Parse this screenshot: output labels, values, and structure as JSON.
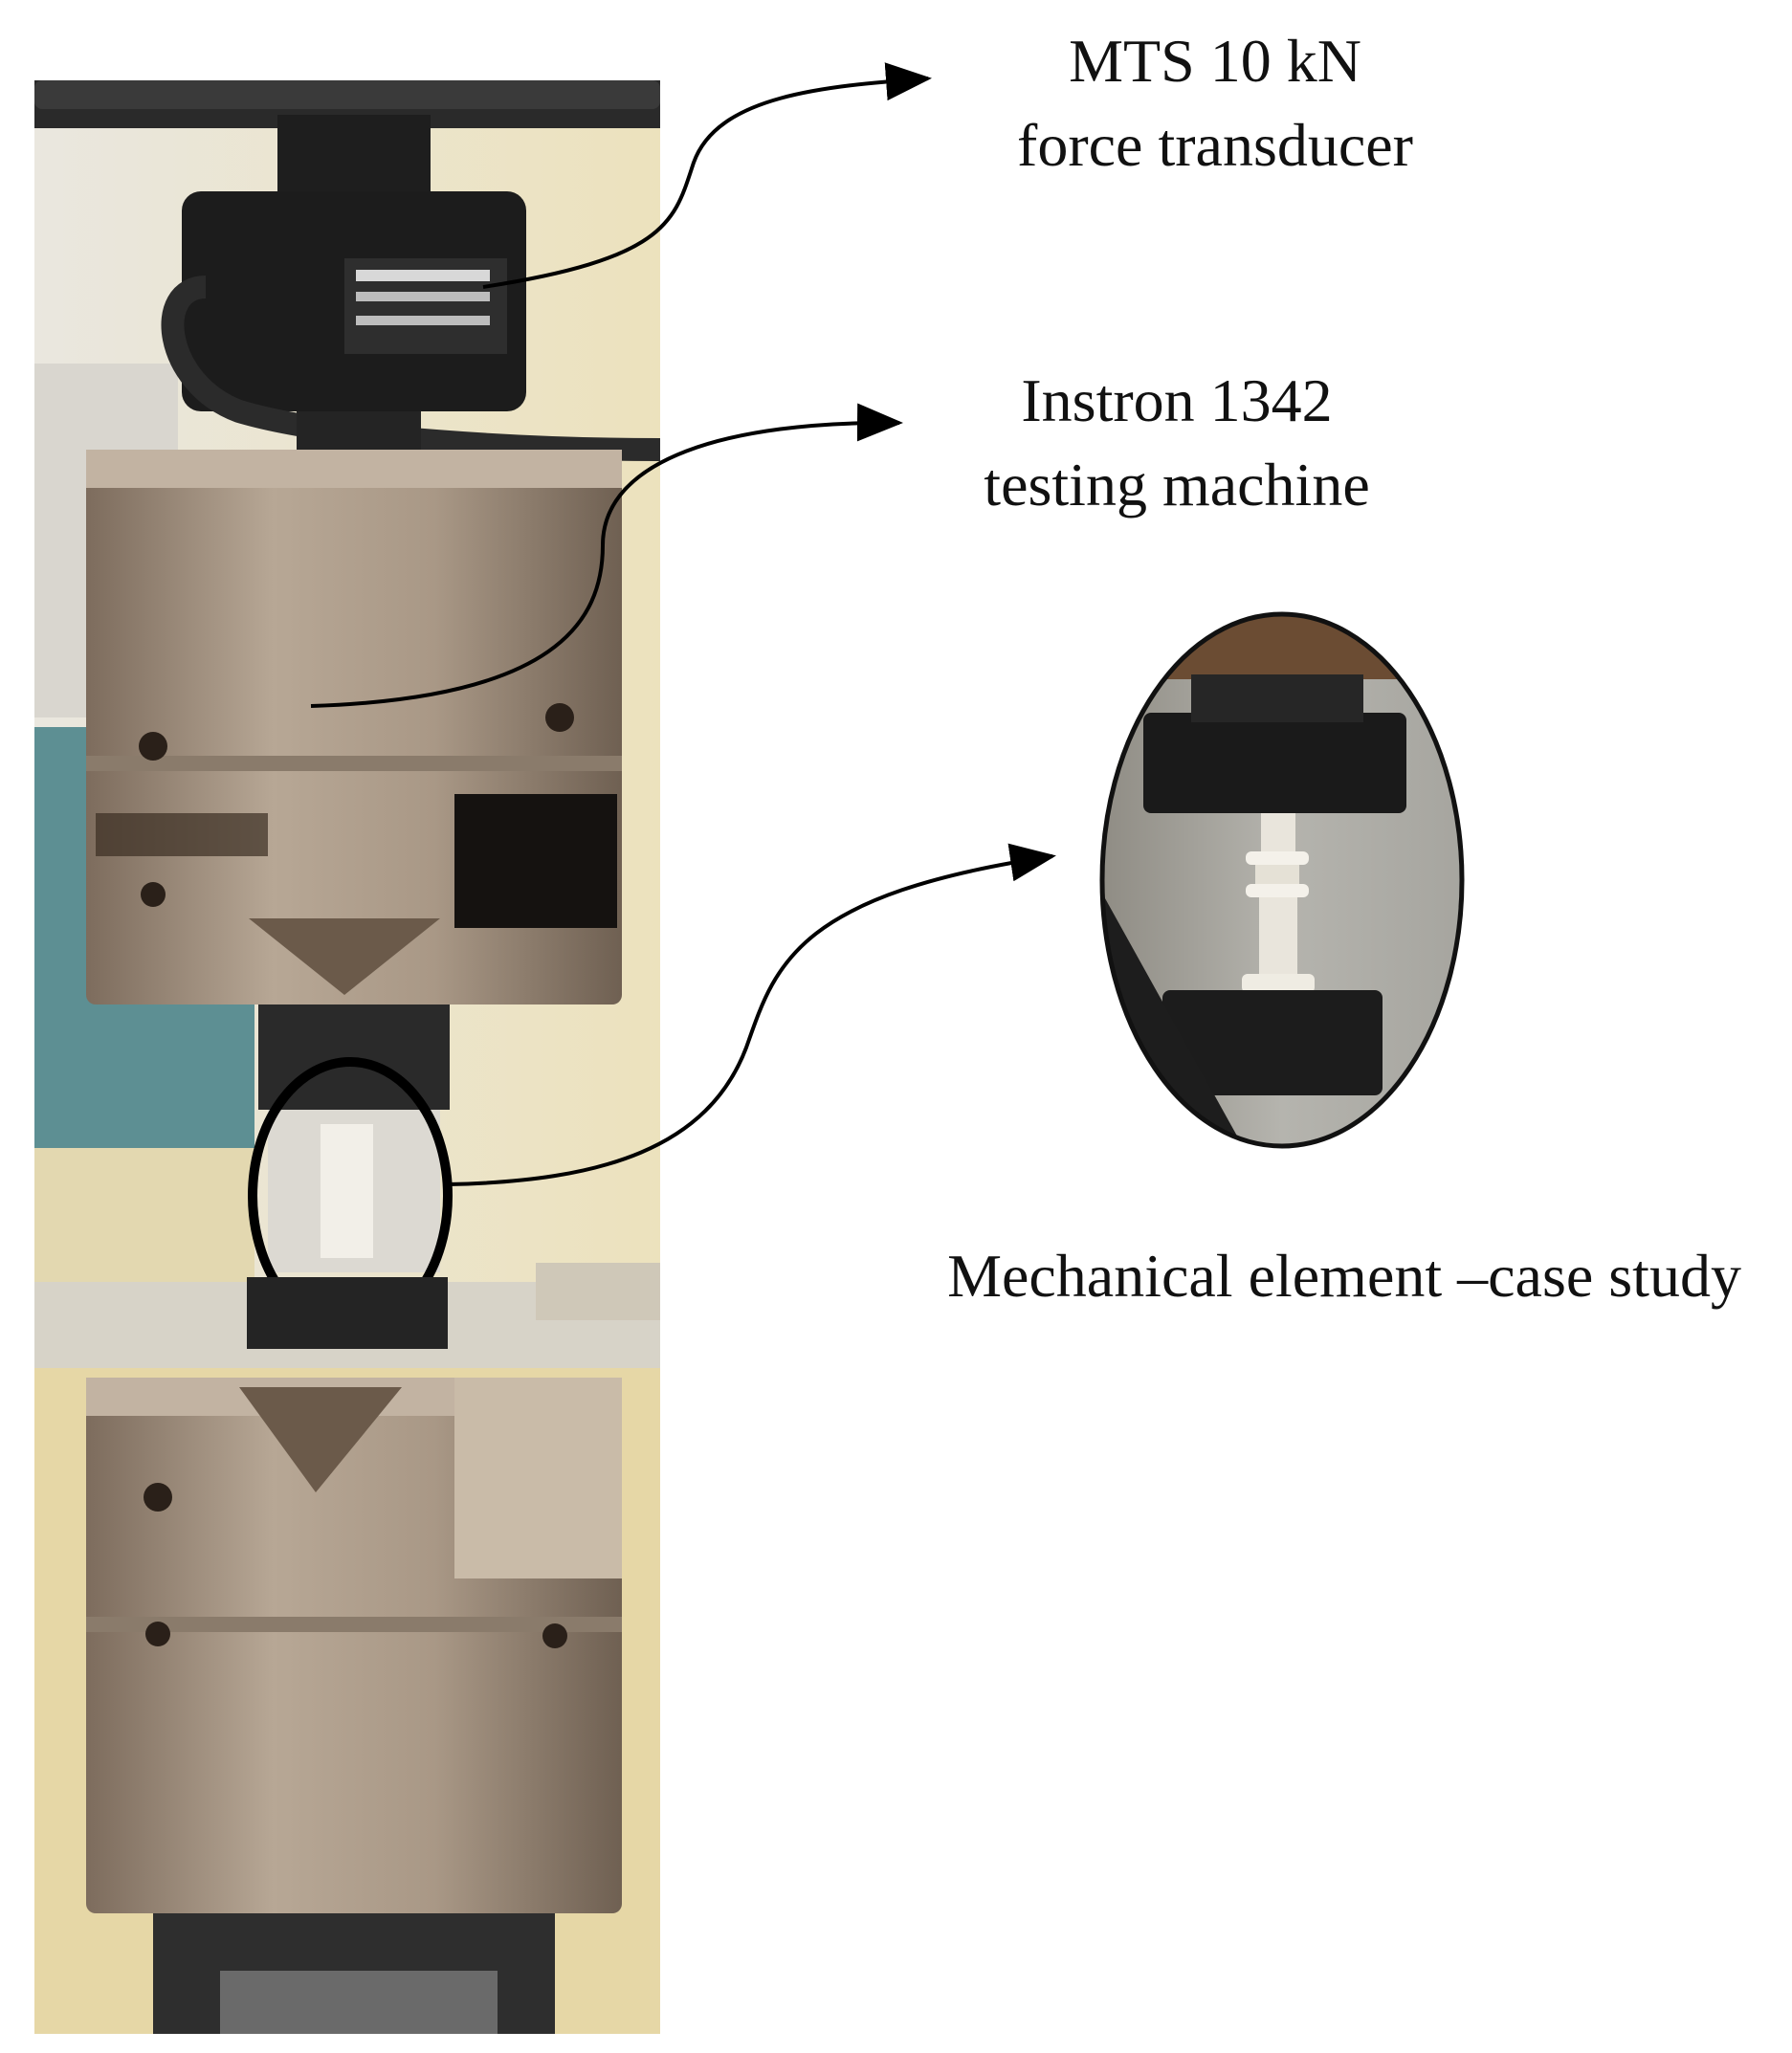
{
  "callouts": {
    "transducer": {
      "line1": "MTS 10 kN",
      "line2": "force transducer"
    },
    "machine": {
      "line1": "Instron 1342",
      "line2": "testing machine"
    },
    "element": {
      "line1": "Mechanical element –case study"
    }
  },
  "colors": {
    "background": "#ffffff",
    "text": "#111111",
    "arrow": "#000000",
    "machine_metal": "#a69584",
    "transducer_body": "#1c1c1c",
    "wall": "#ede5c8",
    "specimen": "#e9e5dc"
  }
}
